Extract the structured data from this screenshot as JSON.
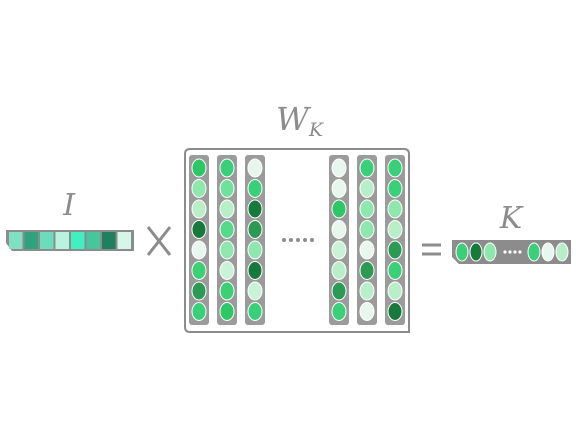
{
  "labels": {
    "input": "I",
    "weight": "W",
    "weight_sub": "K",
    "output": "K",
    "times": "×",
    "equals": "="
  },
  "colors": {
    "frame": "#8c8c8c",
    "column_bg": "#9b9b9b",
    "input_cells": [
      "#7fe0c2",
      "#2fa37f",
      "#6cdcbc",
      "#b7f3df",
      "#3ff0c0",
      "#47c69e",
      "#1f8060",
      "#d4f7ea"
    ],
    "columns": [
      [
        "#2dc766",
        "#8ee8ad",
        "#b9efc8",
        "#177a3c",
        "#e8f7ee",
        "#3ccf73",
        "#2c9a55",
        "#3ad07a"
      ],
      [
        "#3ad07a",
        "#6ee19a",
        "#b9efc8",
        "#55d98a",
        "#8ee8ad",
        "#c9f2d6",
        "#3ccf73",
        "#2dc766"
      ],
      [
        "#e8f7ee",
        "#3ad07a",
        "#177a3c",
        "#2c9a55",
        "#8ee8ad",
        "#177a3c",
        "#c9f2d6",
        "#3ad07a"
      ],
      [
        "#e8f7ee",
        "#e8f7ee",
        "#2dc766",
        "#e8f7ee",
        "#c9f2d6",
        "#b9efc8",
        "#2c9a55",
        "#3ad07a"
      ],
      [
        "#3ad07a",
        "#b9efc8",
        "#8ee8ad",
        "#8ee8ad",
        "#e8f7ee",
        "#2c9a55",
        "#b9efc8",
        "#e8f7ee"
      ],
      [
        "#3ad07a",
        "#3ad07a",
        "#8ee8ad",
        "#b9efc8",
        "#2c9a55",
        "#3ad07a",
        "#b9efc8",
        "#177a3c"
      ]
    ],
    "output_cells": [
      "#3ad07a",
      "#177a3c",
      "#8ee8ad",
      "#3ad07a",
      "#e8f7ee",
      "#b9efc8"
    ]
  }
}
